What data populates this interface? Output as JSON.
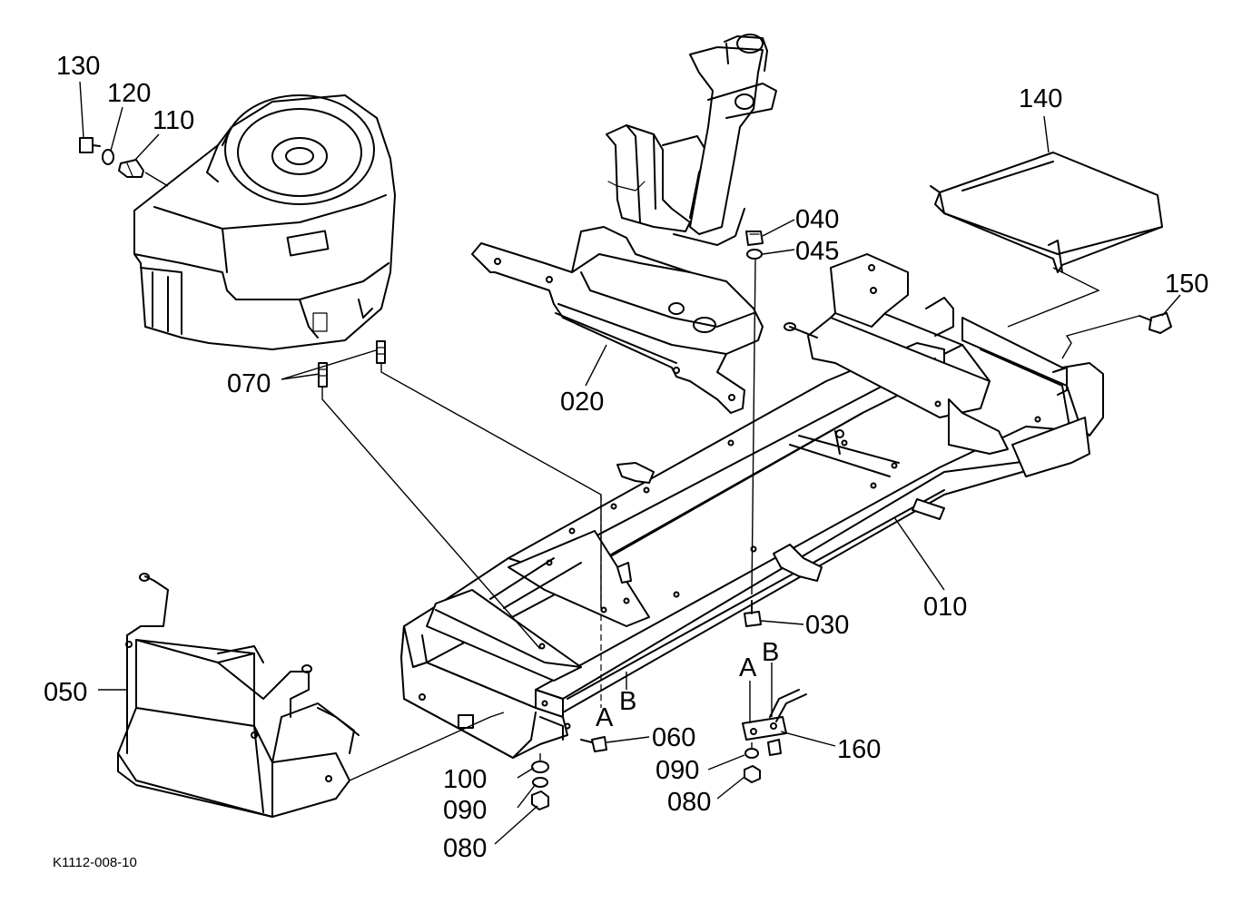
{
  "diagram_code": "K1112-008-10",
  "labels": {
    "p010": "010",
    "p020": "020",
    "p030": "030",
    "p040": "040",
    "p045": "045",
    "p050": "050",
    "p060": "060",
    "p070": "070",
    "p080a": "080",
    "p080b": "080",
    "p090a": "090",
    "p090b": "090",
    "p100": "100",
    "p110": "110",
    "p120": "120",
    "p130": "130",
    "p140": "140",
    "p150": "150",
    "p160": "160"
  },
  "refs": {
    "a1": "A",
    "b1": "B",
    "a2": "A",
    "b2": "B"
  }
}
